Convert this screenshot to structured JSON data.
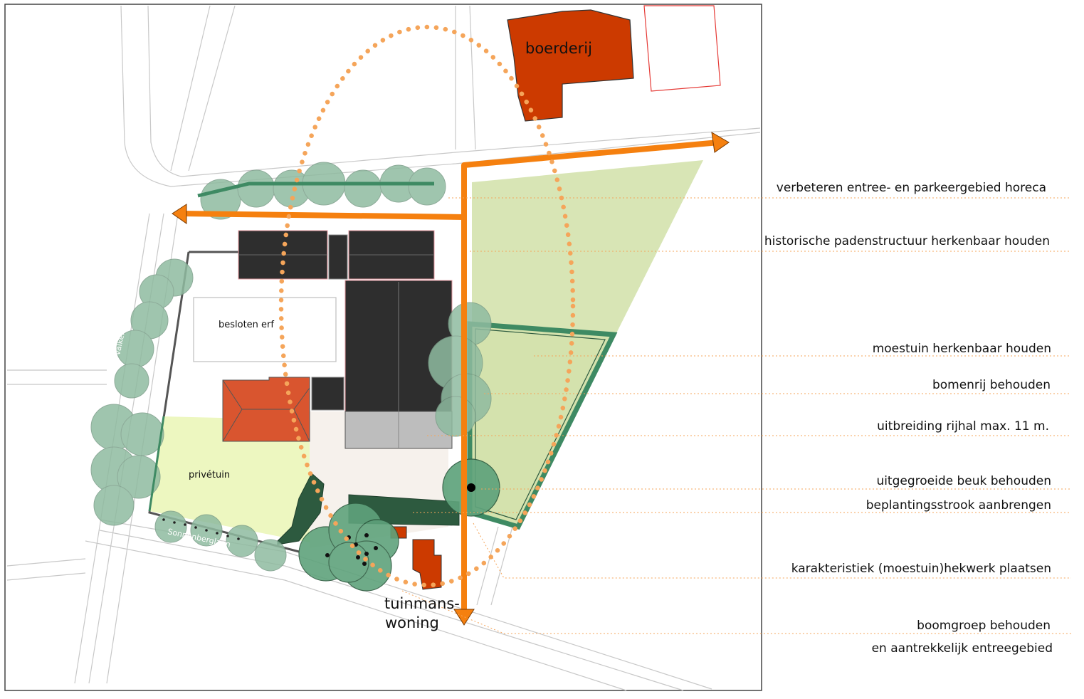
{
  "labels": {
    "farm": "boerderij",
    "closed_yard": "besloten erf",
    "private_garden": "privétuin",
    "gardener_house_line1": "tuinmans-",
    "gardener_house_line2": "woning",
    "street_1": "Valkenburgerlaan",
    "street_2": "Sonnenberglaan"
  },
  "legend": [
    "verbeteren entree- en parkeergebied horeca",
    "historische padenstructuur herkenbaar houden",
    "moestuin herkenbaar houden",
    "bomenrij behouden",
    "uitbreiding rijhal max. 11 m.",
    "uitgegroeide beuk behouden",
    "beplantingsstrook aanbrengen",
    "karakteristiek (moestuin)hekwerk plaatsen",
    "boomgroep behouden",
    "en aantrekkelijk entreegebied"
  ],
  "colors": {
    "orange_path": "#f5800f",
    "orange_dots": "#f5a55a",
    "farm_red": "#cc3a00",
    "roof_orange": "#d9552f",
    "dark_building": "#2e2e2e",
    "grey_extension": "#bdbdbd",
    "vegetable_garden": "#d4e2ad",
    "private_garden_fill": "#edf7c0",
    "tree_green": "#8fbba0",
    "hedge_green": "#3e8a63",
    "dark_planting": "#2d5a3f"
  }
}
